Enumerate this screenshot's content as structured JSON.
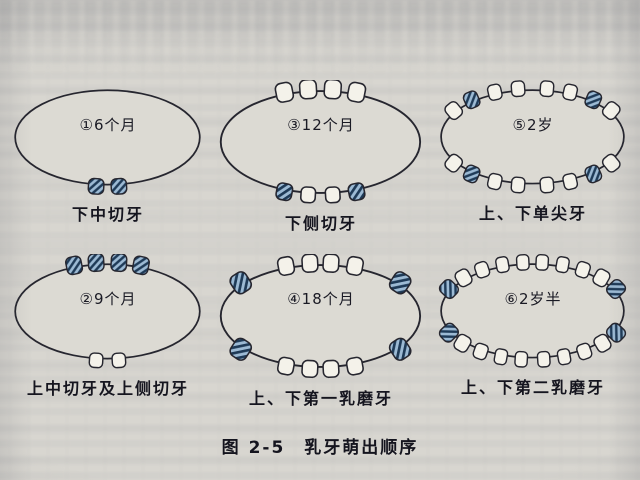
{
  "figure_caption": "图 2-5　乳牙萌出顺序",
  "colors": {
    "paper": "#d8d6d0",
    "ink": "#26262f",
    "arch_fill": "#dcdad3",
    "tooth_fill": "#f4f2ea",
    "hatch_base": "#9cbad4",
    "hatch_line": "#1e3a57"
  },
  "panels": [
    {
      "number_label": "①6个月",
      "caption": "下中切牙",
      "teeth": [
        {
          "a": 263,
          "s": "h",
          "w": 15,
          "h": 15
        },
        {
          "a": 277,
          "s": "h",
          "w": 15,
          "h": 15
        }
      ]
    },
    {
      "number_label": "③12个月",
      "caption": "下侧切牙",
      "teeth": [
        {
          "a": 111,
          "s": "w",
          "w": 15,
          "h": 17
        },
        {
          "a": 97,
          "s": "w",
          "w": 15,
          "h": 17
        },
        {
          "a": 83,
          "s": "w",
          "w": 15,
          "h": 17
        },
        {
          "a": 69,
          "s": "w",
          "w": 15,
          "h": 17
        },
        {
          "a": 249,
          "s": "h",
          "w": 14,
          "h": 15
        },
        {
          "a": 263,
          "s": "w",
          "w": 13,
          "h": 14
        },
        {
          "a": 277,
          "s": "w",
          "w": 13,
          "h": 14
        },
        {
          "a": 291,
          "s": "h",
          "w": 14,
          "h": 15
        }
      ]
    },
    {
      "number_label": "⑤2岁",
      "caption": "上、下单尖牙",
      "teeth": [
        {
          "a": 148,
          "s": "w",
          "w": 14,
          "h": 16
        },
        {
          "a": 131,
          "s": "h",
          "w": 14,
          "h": 16
        },
        {
          "a": 114,
          "s": "w",
          "w": 13,
          "h": 15
        },
        {
          "a": 99,
          "s": "w",
          "w": 13,
          "h": 15
        },
        {
          "a": 81,
          "s": "w",
          "w": 13,
          "h": 15
        },
        {
          "a": 66,
          "s": "w",
          "w": 13,
          "h": 15
        },
        {
          "a": 49,
          "s": "h",
          "w": 14,
          "h": 16
        },
        {
          "a": 32,
          "s": "w",
          "w": 14,
          "h": 16
        },
        {
          "a": 212,
          "s": "w",
          "w": 14,
          "h": 16
        },
        {
          "a": 229,
          "s": "h",
          "w": 14,
          "h": 16
        },
        {
          "a": 246,
          "s": "w",
          "w": 13,
          "h": 15
        },
        {
          "a": 261,
          "s": "w",
          "w": 13,
          "h": 15
        },
        {
          "a": 279,
          "s": "w",
          "w": 13,
          "h": 15
        },
        {
          "a": 294,
          "s": "w",
          "w": 13,
          "h": 15
        },
        {
          "a": 311,
          "s": "h",
          "w": 14,
          "h": 16
        },
        {
          "a": 328,
          "s": "w",
          "w": 14,
          "h": 16
        }
      ]
    },
    {
      "number_label": "②9个月",
      "caption": "上中切牙及上侧切牙",
      "teeth": [
        {
          "a": 111,
          "s": "h",
          "w": 15,
          "h": 17
        },
        {
          "a": 97,
          "s": "h",
          "w": 15,
          "h": 17
        },
        {
          "a": 83,
          "s": "h",
          "w": 15,
          "h": 17
        },
        {
          "a": 69,
          "s": "h",
          "w": 15,
          "h": 17
        },
        {
          "a": 263,
          "s": "w",
          "w": 13,
          "h": 14
        },
        {
          "a": 277,
          "s": "w",
          "w": 13,
          "h": 14
        }
      ]
    },
    {
      "number_label": "④18个月",
      "caption": "上、下第一乳磨牙",
      "teeth": [
        {
          "a": 142,
          "s": "h",
          "w": 16,
          "h": 18
        },
        {
          "a": 110,
          "s": "w",
          "w": 14,
          "h": 16
        },
        {
          "a": 96,
          "s": "w",
          "w": 14,
          "h": 16
        },
        {
          "a": 84,
          "s": "w",
          "w": 14,
          "h": 16
        },
        {
          "a": 70,
          "s": "w",
          "w": 14,
          "h": 16
        },
        {
          "a": 38,
          "s": "h",
          "w": 16,
          "h": 18
        },
        {
          "a": 218,
          "s": "h",
          "w": 16,
          "h": 18
        },
        {
          "a": 250,
          "s": "w",
          "w": 14,
          "h": 15
        },
        {
          "a": 264,
          "s": "w",
          "w": 14,
          "h": 15
        },
        {
          "a": 276,
          "s": "w",
          "w": 14,
          "h": 15
        },
        {
          "a": 290,
          "s": "w",
          "w": 14,
          "h": 15
        },
        {
          "a": 322,
          "s": "h",
          "w": 16,
          "h": 18
        }
      ]
    },
    {
      "number_label": "⑥2岁半",
      "caption": "上、下第二乳磨牙",
      "teeth": [
        {
          "a": 154,
          "s": "h",
          "w": 15,
          "h": 17
        },
        {
          "a": 138,
          "s": "w",
          "w": 14,
          "h": 16
        },
        {
          "a": 123,
          "s": "w",
          "w": 13,
          "h": 15
        },
        {
          "a": 109,
          "s": "w",
          "w": 12,
          "h": 15
        },
        {
          "a": 96,
          "s": "w",
          "w": 12,
          "h": 15
        },
        {
          "a": 84,
          "s": "w",
          "w": 12,
          "h": 15
        },
        {
          "a": 71,
          "s": "w",
          "w": 12,
          "h": 15
        },
        {
          "a": 57,
          "s": "w",
          "w": 13,
          "h": 15
        },
        {
          "a": 42,
          "s": "w",
          "w": 14,
          "h": 16
        },
        {
          "a": 26,
          "s": "h",
          "w": 15,
          "h": 17
        },
        {
          "a": 206,
          "s": "h",
          "w": 15,
          "h": 17
        },
        {
          "a": 221,
          "s": "w",
          "w": 14,
          "h": 16
        },
        {
          "a": 236,
          "s": "w",
          "w": 13,
          "h": 15
        },
        {
          "a": 250,
          "s": "w",
          "w": 12,
          "h": 15
        },
        {
          "a": 263,
          "s": "w",
          "w": 12,
          "h": 15
        },
        {
          "a": 277,
          "s": "w",
          "w": 12,
          "h": 15
        },
        {
          "a": 290,
          "s": "w",
          "w": 12,
          "h": 15
        },
        {
          "a": 304,
          "s": "w",
          "w": 13,
          "h": 15
        },
        {
          "a": 319,
          "s": "w",
          "w": 14,
          "h": 16
        },
        {
          "a": 334,
          "s": "h",
          "w": 15,
          "h": 17
        }
      ]
    }
  ]
}
